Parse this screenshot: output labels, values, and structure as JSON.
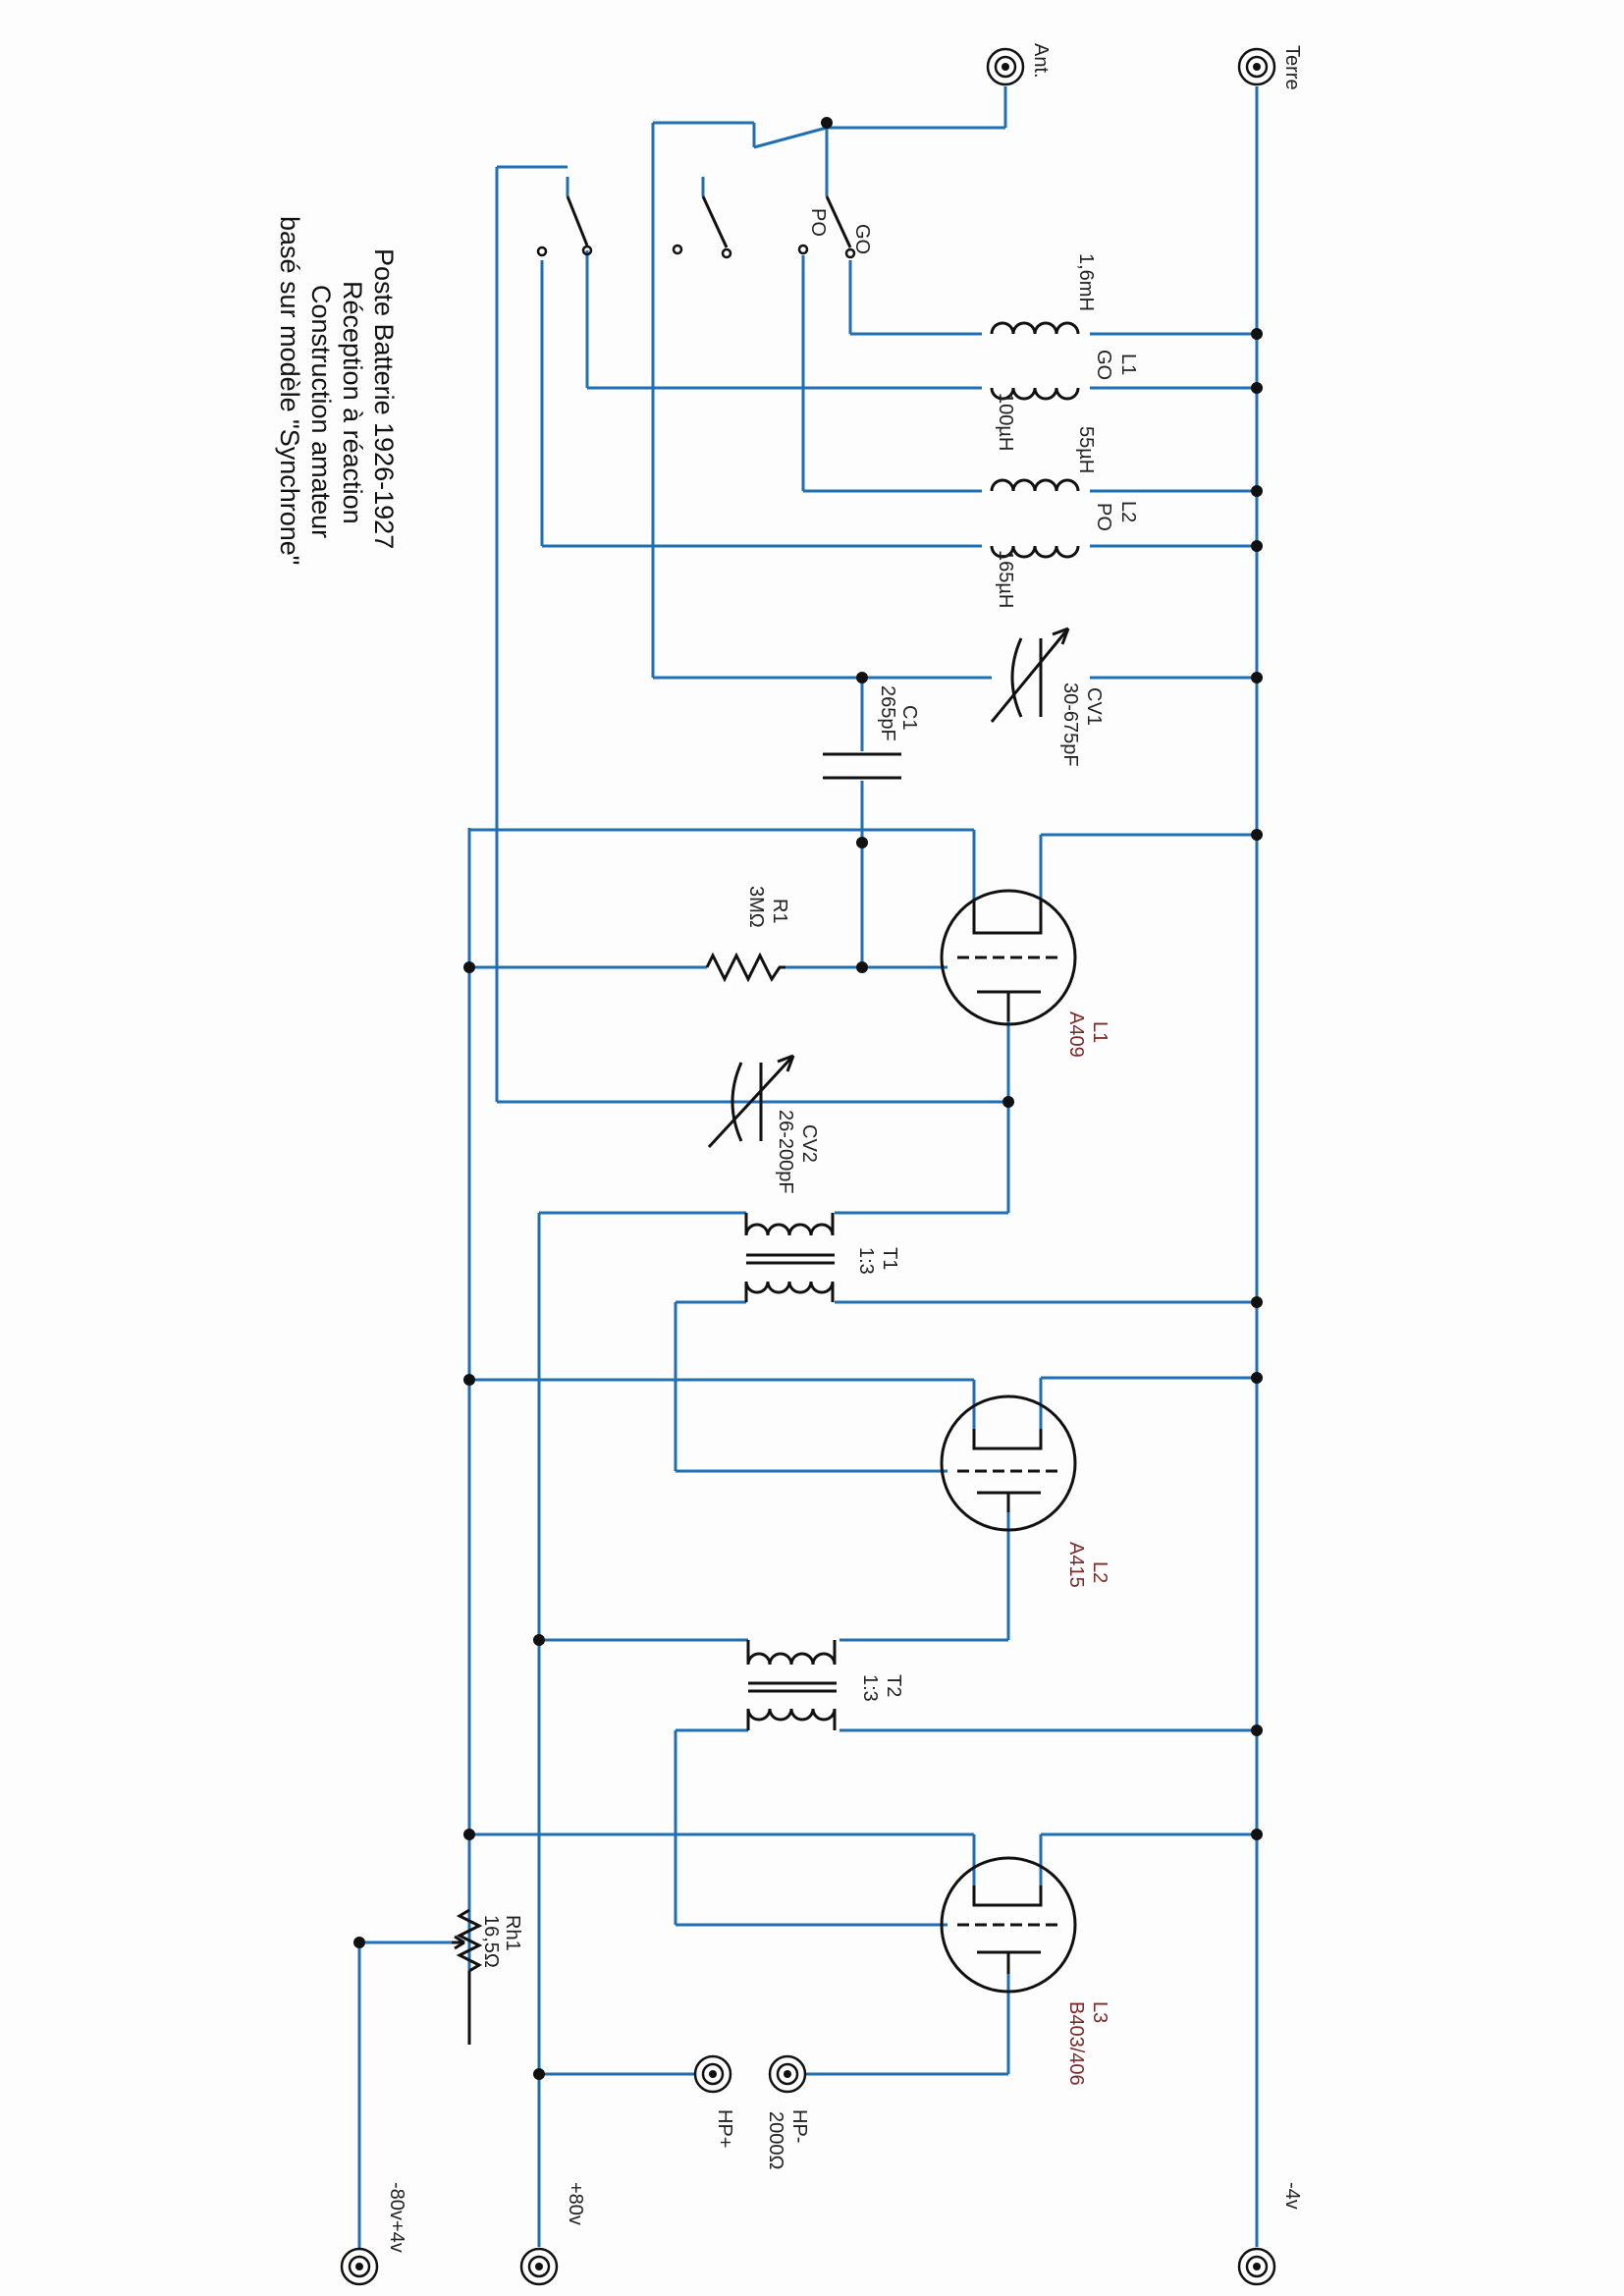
{
  "title_lines": [
    "Poste Batterie 1926-1927",
    "Réception à réaction",
    "Construction amateur",
    "basé sur modèle \"Synchrone\""
  ],
  "terminals": {
    "terre": "Terre",
    "ant": "Ant.",
    "neg4": "-4v",
    "hp_minus": "HP-",
    "hp_plus": "HP+",
    "hp_imp": "2000Ω",
    "pos80": "+80v",
    "bias": "-80v+4v"
  },
  "switches": {
    "go": "GO",
    "po": "PO"
  },
  "coils": {
    "l1_name": "L1",
    "l1_band": "GO",
    "l1_a": "1,6mH",
    "l1_b": "100µH",
    "l2_name": "L2",
    "l2_band": "PO",
    "l2_a": "55µH",
    "l2_b": "165µH"
  },
  "cv1": {
    "name": "CV1",
    "value": "30-675pF"
  },
  "c1": {
    "name": "C1",
    "value": "265pF"
  },
  "r1": {
    "name": "R1",
    "value": "3MΩ"
  },
  "cv2": {
    "name": "CV2",
    "value": "26-200pF"
  },
  "t1": {
    "name": "T1",
    "ratio": "1:3"
  },
  "t2": {
    "name": "T2",
    "ratio": "1:3"
  },
  "tube1": {
    "name": "L1",
    "type": "A409"
  },
  "tube2": {
    "name": "L2",
    "type": "A415"
  },
  "tube3": {
    "name": "L3",
    "type": "B403/406"
  },
  "rh1": {
    "name": "Rh1",
    "value": "16,5Ω"
  },
  "colors": {
    "wire": "#1f6fb2",
    "component": "#111111",
    "tube_label": "#7a2a2a"
  }
}
